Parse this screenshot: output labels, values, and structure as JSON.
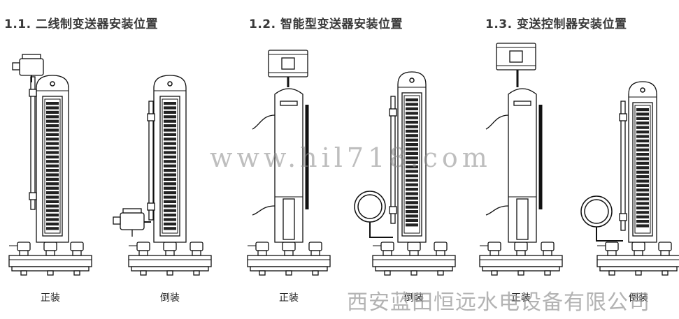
{
  "sections": [
    {
      "title": "1.1. 二线制变送器安装位置",
      "captions": [
        "正装",
        "倒装"
      ]
    },
    {
      "title": "1.2. 智能型变送器安装位置",
      "captions": [
        "正装",
        "倒装"
      ]
    },
    {
      "title": "1.3. 变送控制器安装位置",
      "captions": [
        "正装",
        "倒装"
      ]
    }
  ],
  "watermark": "www.hil718.com",
  "company": "西安蓝田恒远水电设备有限公司",
  "colors": {
    "line": "#111111",
    "fill": "#ffffff",
    "title": "#3a3a3a",
    "watermark": "#8a8a8a"
  }
}
